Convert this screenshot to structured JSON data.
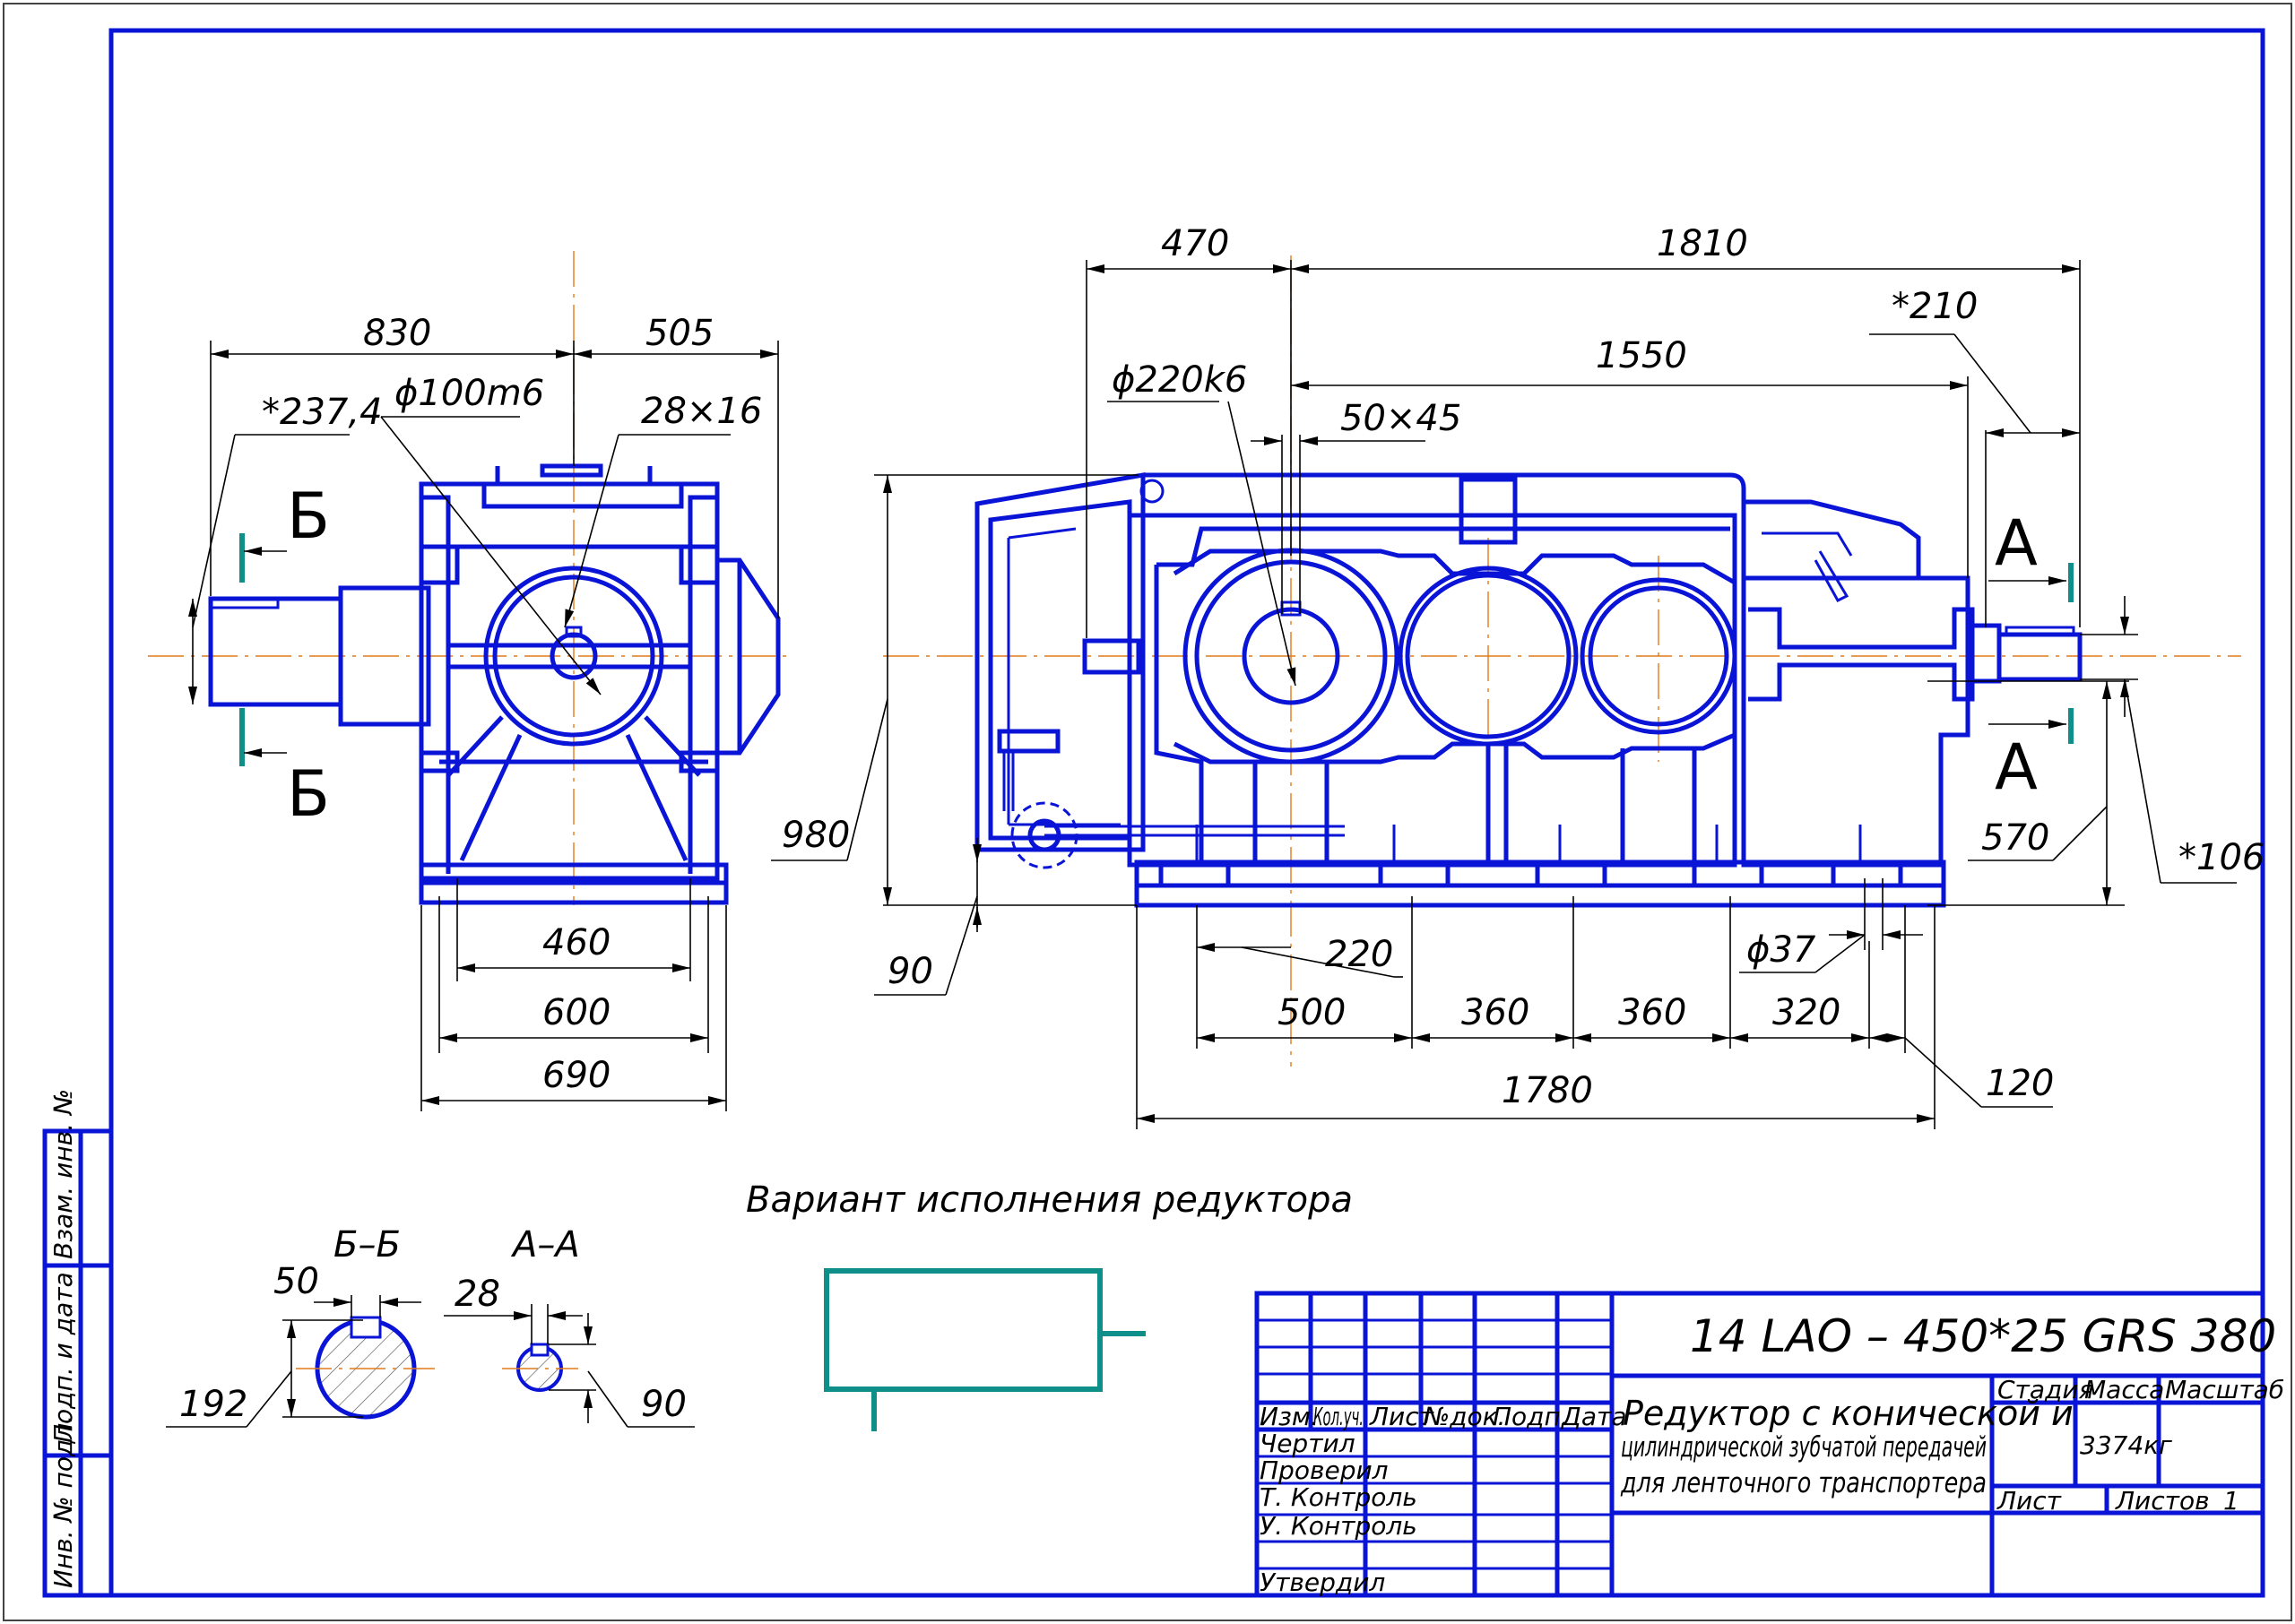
{
  "dimensions": {
    "d830": "830",
    "d505": "505",
    "d2374": "*237,4",
    "d100m6": "ϕ100m6",
    "d28x16": "28×16",
    "d460": "460",
    "d600": "600",
    "d690": "690",
    "d470": "470",
    "d1810": "1810",
    "d1550": "1550",
    "d210": "*210",
    "d220k6": "ϕ220k6",
    "d50x45": "50×45",
    "d980": "980",
    "d90": "90",
    "d220": "220",
    "d37": "ϕ37",
    "d570": "570",
    "d106": "*106",
    "d500": "500",
    "d360a": "360",
    "d360b": "360",
    "d320": "320",
    "d1780": "1780",
    "d120": "120"
  },
  "section_marks": {
    "b_top": "Б",
    "b_bottom": "Б",
    "a_top": "А",
    "a_bottom": "А"
  },
  "sections": {
    "bb_title": "Б–Б",
    "aa_title": "А–А",
    "bb_50": "50",
    "bb_192": "192",
    "aa_28": "28",
    "aa_90": "90"
  },
  "variant_label": "Вариант исполнения редуктора",
  "side_stamp": {
    "vzam": "Взам. инв. №",
    "podp": "Подп. и дата",
    "inv": "Инв. № подл."
  },
  "title_block": {
    "designation": "14 LAO – 450*25 GRS 380",
    "name_line1": "Редуктор с конической и",
    "name_line2": "цилиндрической зубчатой передачей",
    "name_line3": "для ленточного транспортера",
    "stage_label": "Стадия",
    "mass_label": "Масса",
    "scale_label": "Масштаб",
    "mass_value": "3374кг",
    "sheet_label": "Лист",
    "sheets_label": "Листов",
    "sheets_value": "1",
    "col_izm": "Изм.",
    "col_kol": "Кол.уч.",
    "col_list": "Лист",
    "col_ndok": "№док.",
    "col_podp": "Подп.",
    "col_data": "Дата",
    "row_chertil": "Чертил",
    "row_proveril": "Проверил",
    "row_tkontrol": "Т. Контроль",
    "row_ukontrol": "У. Контроль",
    "row_utverdil": "Утвердил"
  },
  "colors": {
    "outline": "#0a14d6",
    "axis": "#e07a1a",
    "mark": "#0f8f8a",
    "text": "#000000"
  }
}
